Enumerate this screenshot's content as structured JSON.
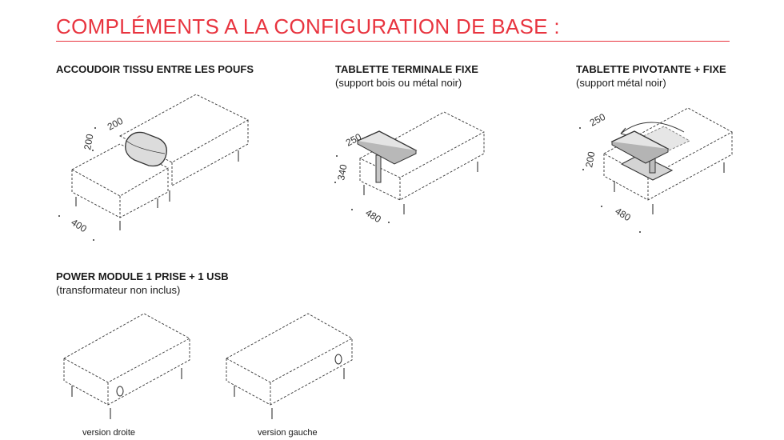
{
  "title": "COMPLÉMENTS A LA CONFIGURATION DE BASE :",
  "accent_color": "#e8343f",
  "options": [
    {
      "heading": "ACCOUDOIR TISSU ENTRE LES POUFS",
      "dimensions": [
        "200",
        "200",
        "400"
      ]
    },
    {
      "heading": "TABLETTE TERMINALE FIXE",
      "subtitle": "(support bois ou métal noir)",
      "dimensions": [
        "250",
        "340",
        "480"
      ]
    },
    {
      "heading": "TABLETTE PIVOTANTE + FIXE",
      "subtitle": "(support métal noir)",
      "dimensions": [
        "250",
        "200",
        "480"
      ]
    },
    {
      "heading": "POWER MODULE 1 PRISE + 1 USB",
      "subtitle": "(transformateur non inclus)",
      "captions": [
        "version droite",
        "version gauche"
      ]
    }
  ]
}
